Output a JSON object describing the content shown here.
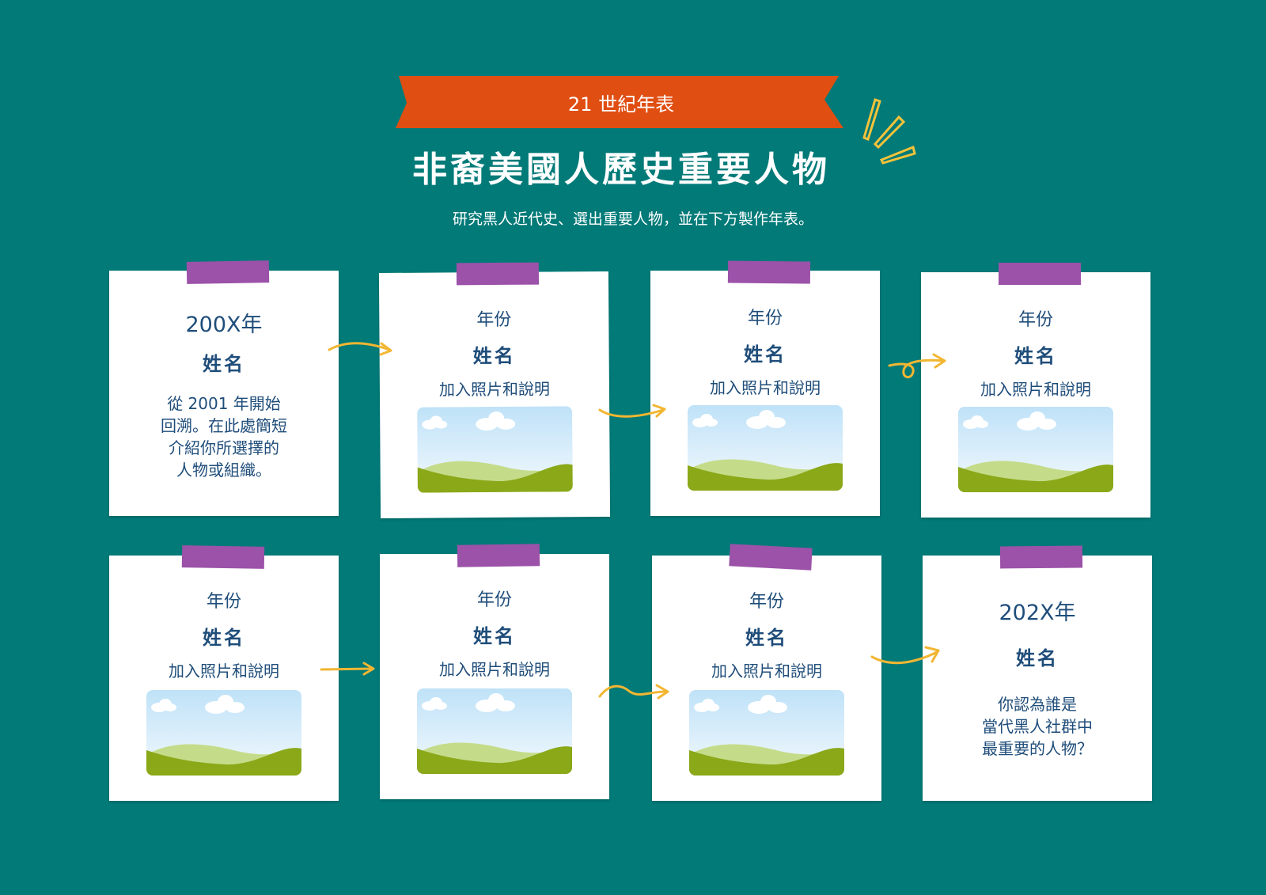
{
  "header": {
    "banner": "21 世紀年表",
    "title": "非裔美國人歷史重要人物",
    "subtitle": "研究黑人近代史、選出重要人物，並在下方製作年表。"
  },
  "cards": [
    {
      "year": "200X年",
      "name": "姓名",
      "desc_lines": [
        "從 2001 年開始",
        "回溯。在此處簡短",
        "介紹你所選擇的",
        "人物或組織。"
      ]
    },
    {
      "year": "年份",
      "name": "姓名",
      "desc": "加入照片和說明"
    },
    {
      "year": "年份",
      "name": "姓名",
      "desc": "加入照片和說明"
    },
    {
      "year": "年份",
      "name": "姓名",
      "desc": "加入照片和說明"
    },
    {
      "year": "年份",
      "name": "姓名",
      "desc": "加入照片和說明"
    },
    {
      "year": "年份",
      "name": "姓名",
      "desc": "加入照片和說明"
    },
    {
      "year": "年份",
      "name": "姓名",
      "desc": "加入照片和說明"
    },
    {
      "year": "202X年",
      "name": "姓名",
      "desc_lines": [
        "你認為誰是",
        "當代黑人社群中",
        "最重要的人物？"
      ]
    }
  ],
  "colors": {
    "background": "#017a78",
    "banner": "#e04e12",
    "tape": "#9b52a8",
    "text": "#1f4d7a",
    "arrow": "#f2b632",
    "hill": "#8aa818"
  },
  "icons": [
    "arrow-icon",
    "image-placeholder-icon",
    "sparkle-icon"
  ]
}
